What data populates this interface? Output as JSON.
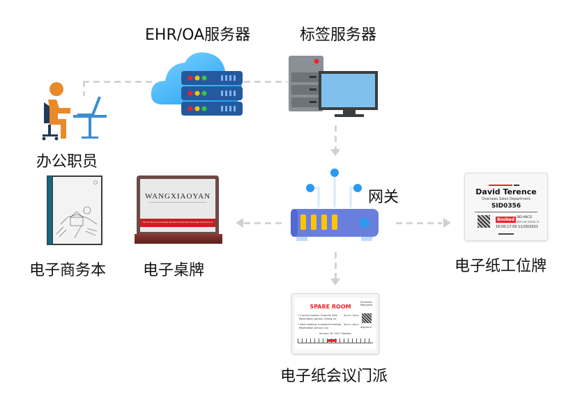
{
  "nodes": {
    "ehr_server": {
      "label": "EHR/OA服务器",
      "icon": "cloud-server-icon"
    },
    "tag_server": {
      "label": "标签服务器",
      "icon": "server-computer-icon"
    },
    "staff": {
      "label": "办公职员",
      "icon": "office-worker-icon"
    },
    "gateway": {
      "label": "网关",
      "icon": "router-icon"
    },
    "notebook": {
      "label": "电子商务本",
      "icon": "e-notebook-icon"
    },
    "desk_sign": {
      "label": "电子桌牌",
      "icon": "desk-sign-icon",
      "screen_name": "WANGXIAOYAN",
      "banner_text": "The 2nd China and Australia International Education Exchange Summit Forum"
    },
    "badge": {
      "label": "电子纸工位牌",
      "icon": "epaper-badge-icon",
      "name": "David Terence",
      "department": "Overseas Sales Department",
      "sid": "SID0356",
      "status": "Booked",
      "sub_id": "SID-ABCD",
      "sub_note": "Did not check in",
      "time": "16:00-17:00 11/20/2021"
    },
    "door_sign": {
      "label": "电子纸会议门派",
      "icon": "epaper-door-sign-icon",
      "title": "SPARE ROOM",
      "location": "Shenzhen Mangrove",
      "current": "• Current Session: Financial Risk",
      "current_time": "2p.m—3p.m",
      "current_person": "Reservation person: Zheng Lei",
      "next": "• Next meeting:  Investment tooling",
      "next_time": "3p.m—4p.m",
      "next_person": "Reservation person: Lily",
      "signed": "Signed in",
      "date": "January 16, 2021 Tuesday"
    }
  },
  "colors": {
    "accent_red": "#e8262e",
    "router": "#6a7fdc",
    "cloud": "#2aa8f2",
    "connector": "#d4d4d4"
  }
}
